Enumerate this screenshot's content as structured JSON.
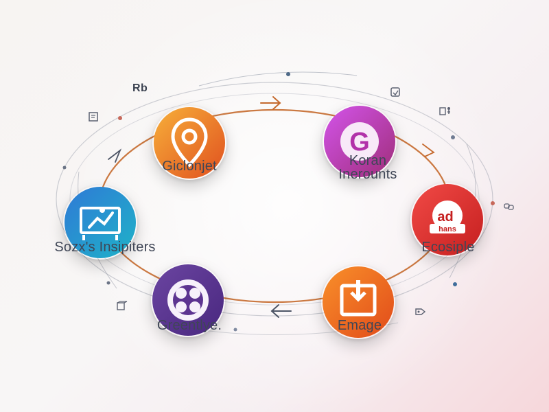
{
  "diagram": {
    "nodes": [
      {
        "id": "n1",
        "label": "Giclonjet",
        "icon": "map-pin-icon",
        "color_from": "#f39a2a",
        "color_to": "#e0501f"
      },
      {
        "id": "n2",
        "label_line1": "Koran",
        "label_line2": "Inerounts",
        "icon": "g-letter-icon",
        "icon_text": "G",
        "color_from": "#c44ae0",
        "color_to": "#a1307f"
      },
      {
        "id": "n3",
        "label": "Sozx's Insipiters",
        "icon": "chart-person-icon",
        "color_from": "#2f79d6",
        "color_to": "#26a6c7"
      },
      {
        "id": "n4",
        "label": "Ecosiple",
        "icon": "ad-badge-icon",
        "icon_top_text": "ad",
        "icon_bottom_text": "hans",
        "color_from": "#ef3b3b",
        "color_to": "#c72020"
      },
      {
        "id": "n5",
        "label": "Greentlye.",
        "icon": "flower-icon",
        "color_from": "#7c4aa2",
        "color_to": "#4a2a86"
      },
      {
        "id": "n6",
        "label": "Emage",
        "icon": "image-frame-icon",
        "color_from": "#f57b21",
        "color_to": "#e14b1a"
      }
    ],
    "corner_mark": "Rb"
  }
}
